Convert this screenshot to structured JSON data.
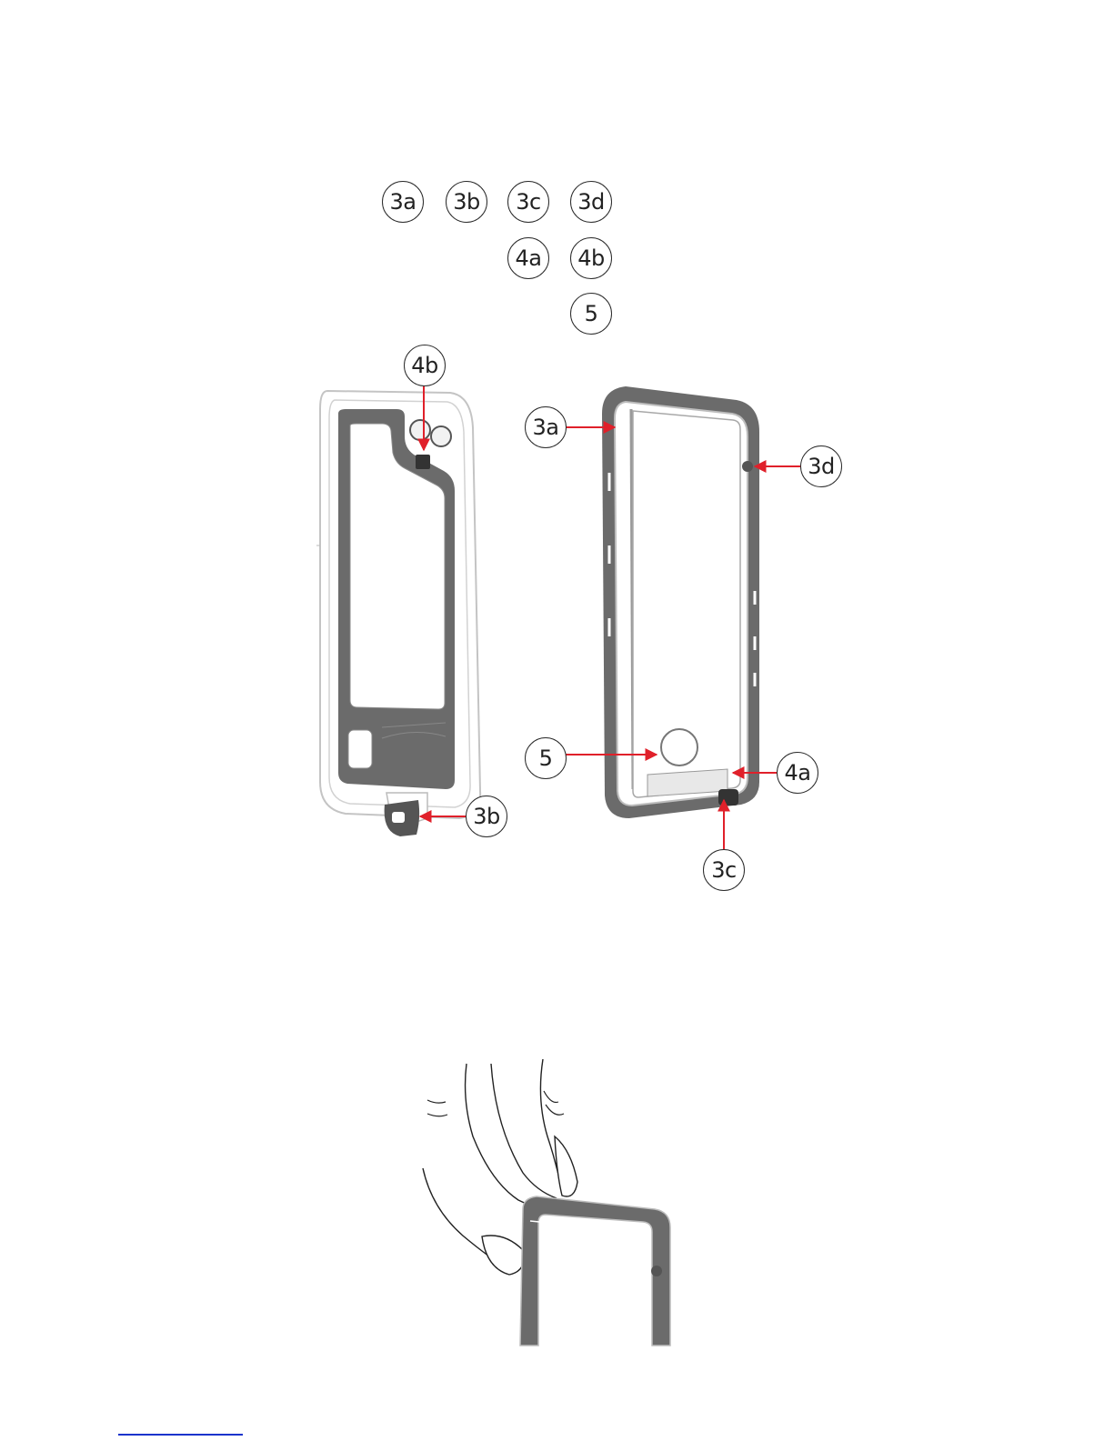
{
  "legend": {
    "row1": [
      "3a",
      "3b",
      "3c",
      "3d"
    ],
    "row2": [
      "4a",
      "4b"
    ],
    "row3": [
      "5"
    ]
  },
  "callouts": {
    "c4b": "4b",
    "c3a": "3a",
    "c3d": "3d",
    "c3b": "3b",
    "c5": "5",
    "c4a": "4a",
    "c3c": "3c"
  },
  "colors": {
    "arrow": "#e0202a",
    "case_gray": "#6b6b6b",
    "outline": "#b8b8b8",
    "ink": "#222222",
    "link": "#1a33cc"
  }
}
